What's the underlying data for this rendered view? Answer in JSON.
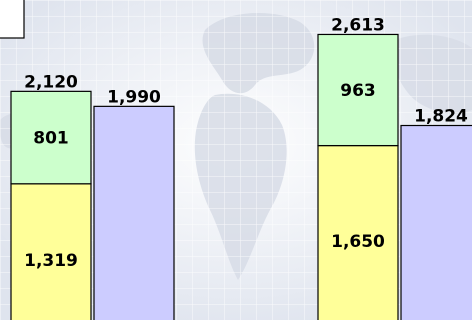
{
  "chart_data": {
    "type": "bar",
    "stacked": true,
    "title": "",
    "xlabel": "",
    "ylabel": "",
    "groups": [
      {
        "stacked_bar": {
          "segments": [
            {
              "value": 1319,
              "label": "1,319",
              "color": "#ffff99"
            },
            {
              "value": 801,
              "label": "801",
              "color": "#ccffcc"
            }
          ],
          "total": 2120,
          "total_label": "2,120"
        },
        "single_bar": {
          "value": 1990,
          "label": "1,990",
          "color": "#ccccff"
        }
      },
      {
        "stacked_bar": {
          "segments": [
            {
              "value": 1650,
              "label": "1,650",
              "color": "#ffff99"
            },
            {
              "value": 963,
              "label": "963",
              "color": "#ccffcc"
            }
          ],
          "total": 2613,
          "total_label": "2,613"
        },
        "single_bar": {
          "value": 1824,
          "label": "1,824",
          "color": "#ccccff"
        }
      }
    ]
  }
}
